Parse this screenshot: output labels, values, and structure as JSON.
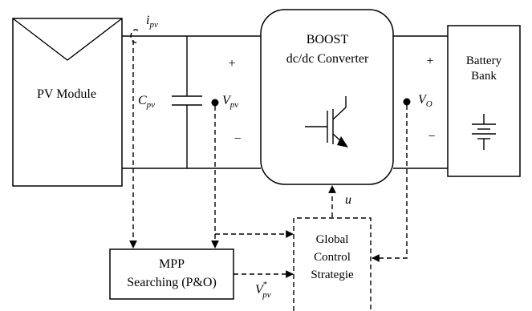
{
  "pv_module": {
    "label": "PV Module"
  },
  "current_sense": {
    "symbol": "i",
    "subscript": "pv"
  },
  "capacitor": {
    "symbol": "C",
    "subscript": "pv"
  },
  "input_voltage": {
    "plus": "+",
    "minus": "−",
    "symbol": "V",
    "subscript": "pv"
  },
  "boost": {
    "title": "BOOST",
    "subtitle": "dc/dc Converter"
  },
  "output_voltage": {
    "plus": "+",
    "minus": "−",
    "symbol": "V",
    "subscript": "O"
  },
  "battery": {
    "line1": "Battery",
    "line2": "Bank"
  },
  "control_signal": {
    "symbol": "u"
  },
  "mpp": {
    "line1": "MPP",
    "line2": "Searching (P&O)"
  },
  "reference": {
    "symbol": "V",
    "superscript": "*",
    "subscript": "pv"
  },
  "global_control": {
    "line1": "Global",
    "line2": "Control",
    "line3": "Strategie"
  }
}
